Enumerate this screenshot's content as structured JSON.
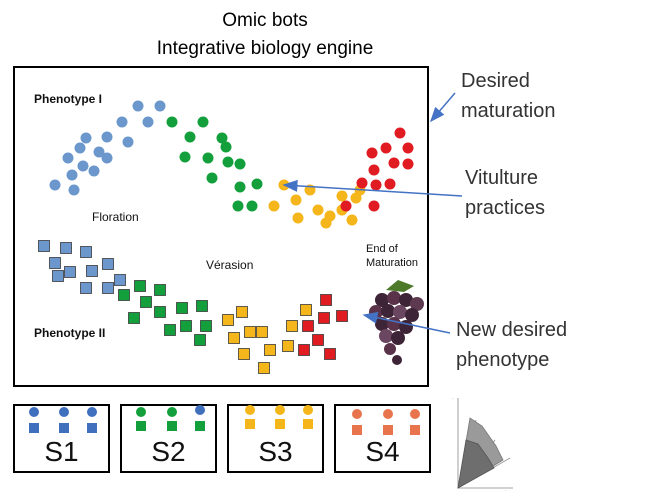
{
  "title": {
    "line1": "Omic bots",
    "line2": "Integrative biology engine"
  },
  "labels": {
    "phenotype1": "Phenotype I",
    "phenotype2": "Phenotype II",
    "floration": "Floration",
    "verasion": "Vérasion",
    "end_line1": "End of",
    "end_line2": "Maturation"
  },
  "annotations": {
    "desired_line1": "Desired",
    "desired_line2": "maturation",
    "viticulture_line1": "Vitulture",
    "viticulture_line2": "practices",
    "newpheno_line1": "New desired",
    "newpheno_line2": "phenotype"
  },
  "stages": [
    {
      "label": "S1"
    },
    {
      "label": "S2"
    },
    {
      "label": "S3"
    },
    {
      "label": "S4"
    }
  ],
  "colors": {
    "blue": "#6b97cc",
    "green": "#13a03c",
    "yellow": "#f4b61a",
    "red": "#e01b22",
    "orange": "#e8744d",
    "arrow": "#4472c4",
    "grape": "#4a2a3e"
  }
}
